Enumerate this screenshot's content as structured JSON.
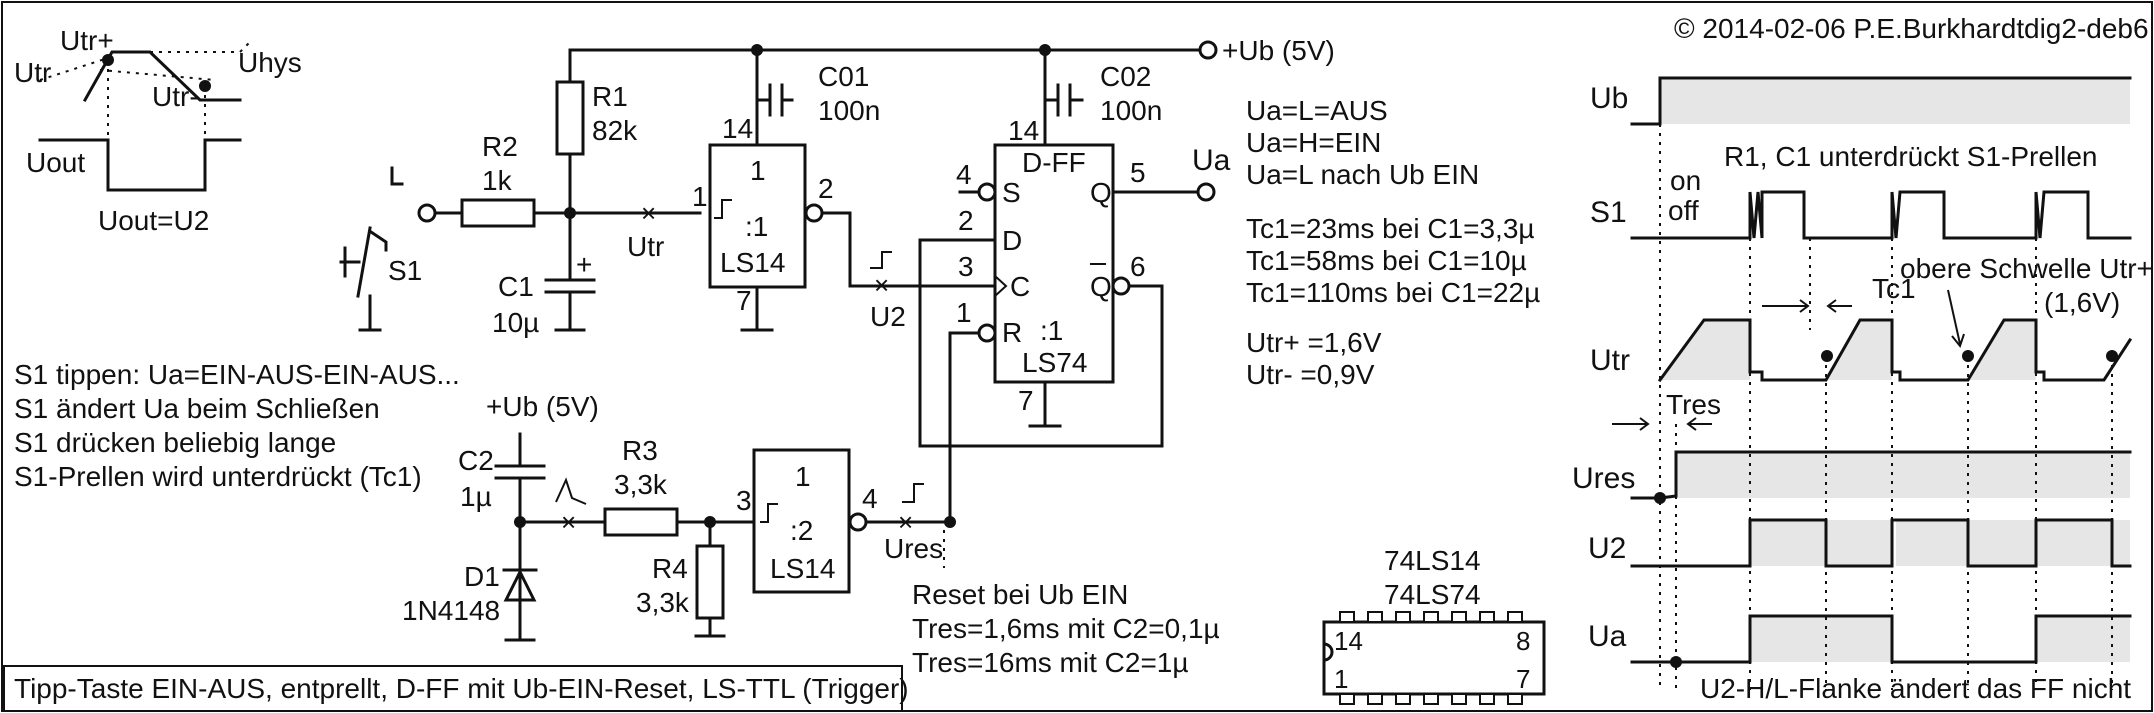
{
  "header": {
    "copyright": "© 2014-02-06 P.E.Burkhardt",
    "file_id": "dig2-deb6"
  },
  "footer": {
    "caption": "Tipp-Taste EIN-AUS, entprellt, D-FF mit Ub-EIN-Reset, LS-TTL (Trigger)"
  },
  "hysteresis": {
    "utr_plus": "Utr+",
    "utr": "Utr",
    "utr_minus": "Utr-",
    "uhys": "Uhys",
    "uout": "Uout",
    "uout_eq": "Uout=U2"
  },
  "supply": {
    "top_label": "+Ub (5V)",
    "reset_label": "+Ub (5V)"
  },
  "components": {
    "r1": {
      "name": "R1",
      "value": "82k"
    },
    "r2": {
      "name": "R2",
      "value": "1k"
    },
    "r3": {
      "name": "R3",
      "value": "3,3k"
    },
    "r4": {
      "name": "R4",
      "value": "3,3k"
    },
    "c1": {
      "name": "C1",
      "value": "10µ",
      "plus": "+"
    },
    "c2": {
      "name": "C2",
      "value": "1µ"
    },
    "c01": {
      "name": "C01",
      "value": "100n"
    },
    "c02": {
      "name": "C02",
      "value": "100n"
    },
    "d1": {
      "name": "D1",
      "value": "1N4148"
    },
    "s1": {
      "name": "S1"
    }
  },
  "gates": {
    "g1": {
      "name": "LS14",
      "unit": ":1",
      "in_pin": "1",
      "out_pin": "2",
      "vcc_pin": "14",
      "gnd_pin": "7",
      "top_num": "1"
    },
    "g2": {
      "name": "LS14",
      "unit": ":2",
      "in_pin": "3",
      "out_pin": "4",
      "top_num": "1"
    },
    "ff": {
      "title": "D-FF",
      "name": "LS74",
      "unit": ":1",
      "vcc_pin": "14",
      "gnd_pin": "7",
      "s_label": "S",
      "d_label": "D",
      "c_label": "C",
      "r_label": "R",
      "q_label": "Q",
      "qn_label": "Q",
      "s_pin": "4",
      "d_pin": "2",
      "c_pin": "3",
      "r_pin": "1",
      "q_pin": "5",
      "qn_pin": "6"
    }
  },
  "nets": {
    "utr": "Utr",
    "u2": "U2",
    "ua": "Ua",
    "ures": "Ures"
  },
  "notes": {
    "ua_l": "Ua=L=AUS",
    "ua_h": "Ua=H=EIN",
    "ua_ub": "Ua=L nach Ub EIN",
    "tc1_a": "Tc1=23ms bei C1=3,3µ",
    "tc1_b": "Tc1=58ms bei C1=10µ",
    "tc1_c": "Tc1=110ms bei C1=22µ",
    "utr_plus": "Utr+ =1,6V",
    "utr_minus": "Utr- =0,9V",
    "s1_1": "S1 tippen: Ua=EIN-AUS-EIN-AUS...",
    "s1_2": "S1 ändert Ua beim Schließen",
    "s1_3": "S1 drücken beliebig lange",
    "s1_4": "S1-Prellen wird unterdrückt (Tc1)",
    "reset_1": "Reset bei Ub EIN",
    "reset_2": "Tres=1,6ms mit C2=0,1µ",
    "reset_3": "Tres=16ms mit C2=1µ"
  },
  "ic_package": {
    "line1": "74LS14",
    "line2": "74LS74",
    "pin14": "14",
    "pin8": "8",
    "pin1": "1",
    "pin7": "7"
  },
  "timing": {
    "signals": [
      "Ub",
      "S1",
      "Utr",
      "Ures",
      "U2",
      "Ua"
    ],
    "s1_on": "on",
    "s1_off": "off",
    "s1_note": "R1, C1 unterdrückt S1-Prellen",
    "tc1": "Tc1",
    "tres": "Tres",
    "threshold_1": "obere Schwelle Utr+",
    "threshold_2": "(1,6V)",
    "bottom_note": "U2-H/L-Flanke ändert das FF nicht"
  }
}
